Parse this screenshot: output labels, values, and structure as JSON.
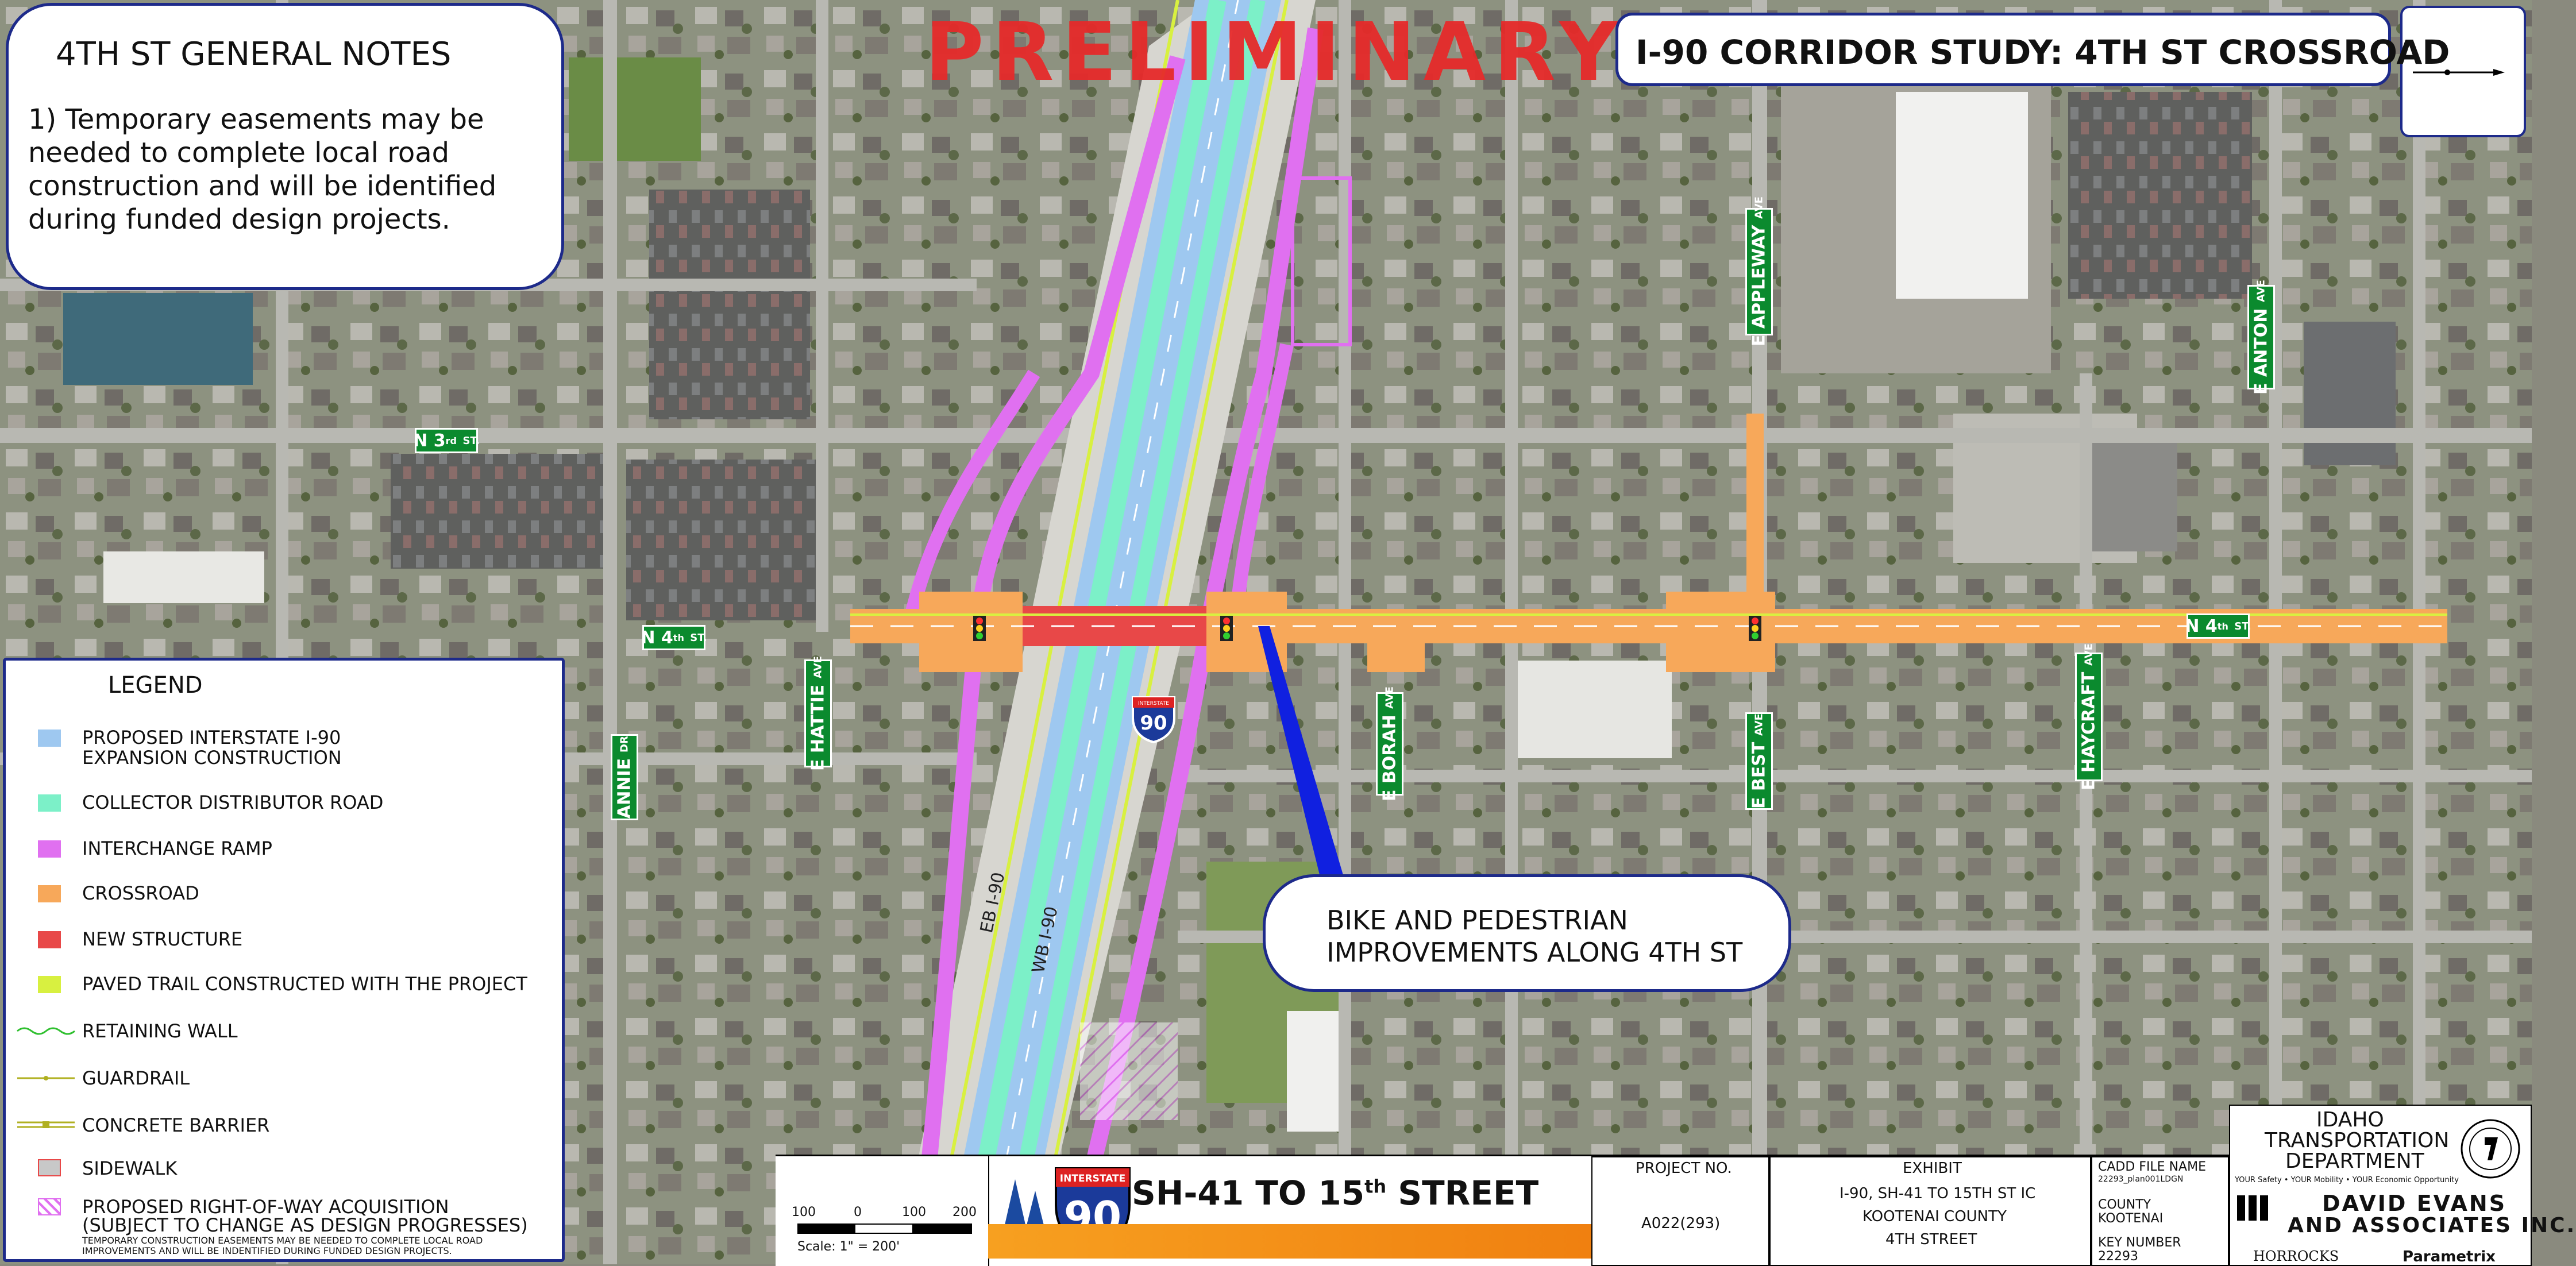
{
  "watermark": "PRELIMINARY",
  "title": "I-90 CORRIDOR STUDY: 4TH ST CROSSROAD",
  "notes": {
    "heading": "4TH ST GENERAL NOTES",
    "body": [
      "1) Temporary easements may be",
      "needed to complete local road",
      "construction and will be identified",
      "during funded design projects."
    ]
  },
  "legend": {
    "heading": "LEGEND",
    "items": [
      {
        "label": "PROPOSED INTERSTATE I-90",
        "label2": "EXPANSION CONSTRUCTION",
        "color": "#9ec8f0"
      },
      {
        "label": "COLLECTOR DISTRIBUTOR ROAD",
        "color": "#7cf0c8"
      },
      {
        "label": "INTERCHANGE RAMP",
        "color": "#e070f0"
      },
      {
        "label": "CROSSROAD",
        "color": "#f7a85a"
      },
      {
        "label": "NEW STRUCTURE",
        "color": "#e84848"
      },
      {
        "label": "PAVED TRAIL CONSTRUCTED WITH THE PROJECT",
        "color": "#d8f040"
      },
      {
        "label": "RETAINING WALL",
        "color": "#30c030"
      },
      {
        "label": "GUARDRAIL",
        "color": "#b0b020"
      },
      {
        "label": "CONCRETE BARRIER",
        "color": "#b0b020"
      },
      {
        "label": "SIDEWALK",
        "color": "#c8c8c8"
      },
      {
        "label": "PROPOSED RIGHT-OF-WAY ACQUISITION",
        "label2": "(SUBJECT TO CHANGE AS DESIGN PROGRESSES)",
        "color": "#e070f0"
      }
    ],
    "footnote1": "TEMPORARY CONSTRUCTION EASEMENTS MAY BE NEEDED TO COMPLETE LOCAL ROAD",
    "footnote2": "IMPROVEMENTS AND WILL BE INDENTIFIED DURING FUNDED DESIGN PROJECTS."
  },
  "streets": {
    "n3": "N 3",
    "n3_sup": "rd",
    "n3_sfx": "ST.",
    "n4a": "N 4",
    "n4a_sup": "th",
    "n4a_sfx": "ST.",
    "n4b": "N 4",
    "n4b_sup": "th",
    "n4b_sfx": "ST.",
    "appleway": "E APPLEWAY",
    "appleway_sfx": "AVE",
    "anton": "E ANTON",
    "anton_sfx": "AVE",
    "hattie": "E HATTIE",
    "hattie_sfx": "AVE",
    "annie": "ANNIE",
    "annie_sfx": "DR",
    "borah": "E BORAH",
    "borah_sfx": "AVE",
    "best": "E BEST",
    "best_sfx": "AVE",
    "haycraft": "E HAYCRAFT",
    "haycraft_sfx": "AVE"
  },
  "freeway": {
    "eb": "EB I-90",
    "wb": "WB I-90",
    "shield_top": "INTERSTATE",
    "shield_num": "90"
  },
  "callout": [
    "BIKE AND PEDESTRIAN",
    "IMPROVEMENTS ALONG 4TH ST"
  ],
  "scale": {
    "ticks": [
      "100",
      "0",
      "100",
      "200"
    ],
    "label": "Scale:  1\" = 200'"
  },
  "titleblock": {
    "project_name": "SH-41 TO 15",
    "project_sup": "th",
    "project_tail": " STREET",
    "shield_top": "INTERSTATE",
    "shield_num": "90",
    "project_no_label": "PROJECT NO.",
    "project_no": "A022(293)",
    "exhibit_label": "EXHIBIT",
    "exhibit_lines": [
      "I-90, SH-41 TO 15TH ST IC",
      "KOOTENAI COUNTY",
      "4TH STREET"
    ],
    "cadd_label": "CADD FILE NAME",
    "cadd_value": "22293_plan001LDGN",
    "county_label": "COUNTY",
    "county_value": "KOOTENAI",
    "key_label": "KEY NUMBER",
    "key_value": "22293",
    "itd_lines": [
      "IDAHO",
      "TRANSPORTATION",
      "DEPARTMENT"
    ],
    "itd_tagline": "YOUR Safety • YOUR Mobility • YOUR Economic Opportunity",
    "dea_line1": "DAVID EVANS",
    "dea_line2": "AND ASSOCIATES INC.",
    "horrocks": "HORROCKS",
    "parametrix": "Parametrix"
  },
  "colors": {
    "crossroad": "#f7a85a",
    "ramp": "#e070f0",
    "cd": "#7cf0c8",
    "interstate": "#9ec8f0",
    "structure": "#e84848",
    "trail": "#d8f040",
    "panel_border": "#1d2a8a",
    "street_sign": "#0b8a2e"
  }
}
